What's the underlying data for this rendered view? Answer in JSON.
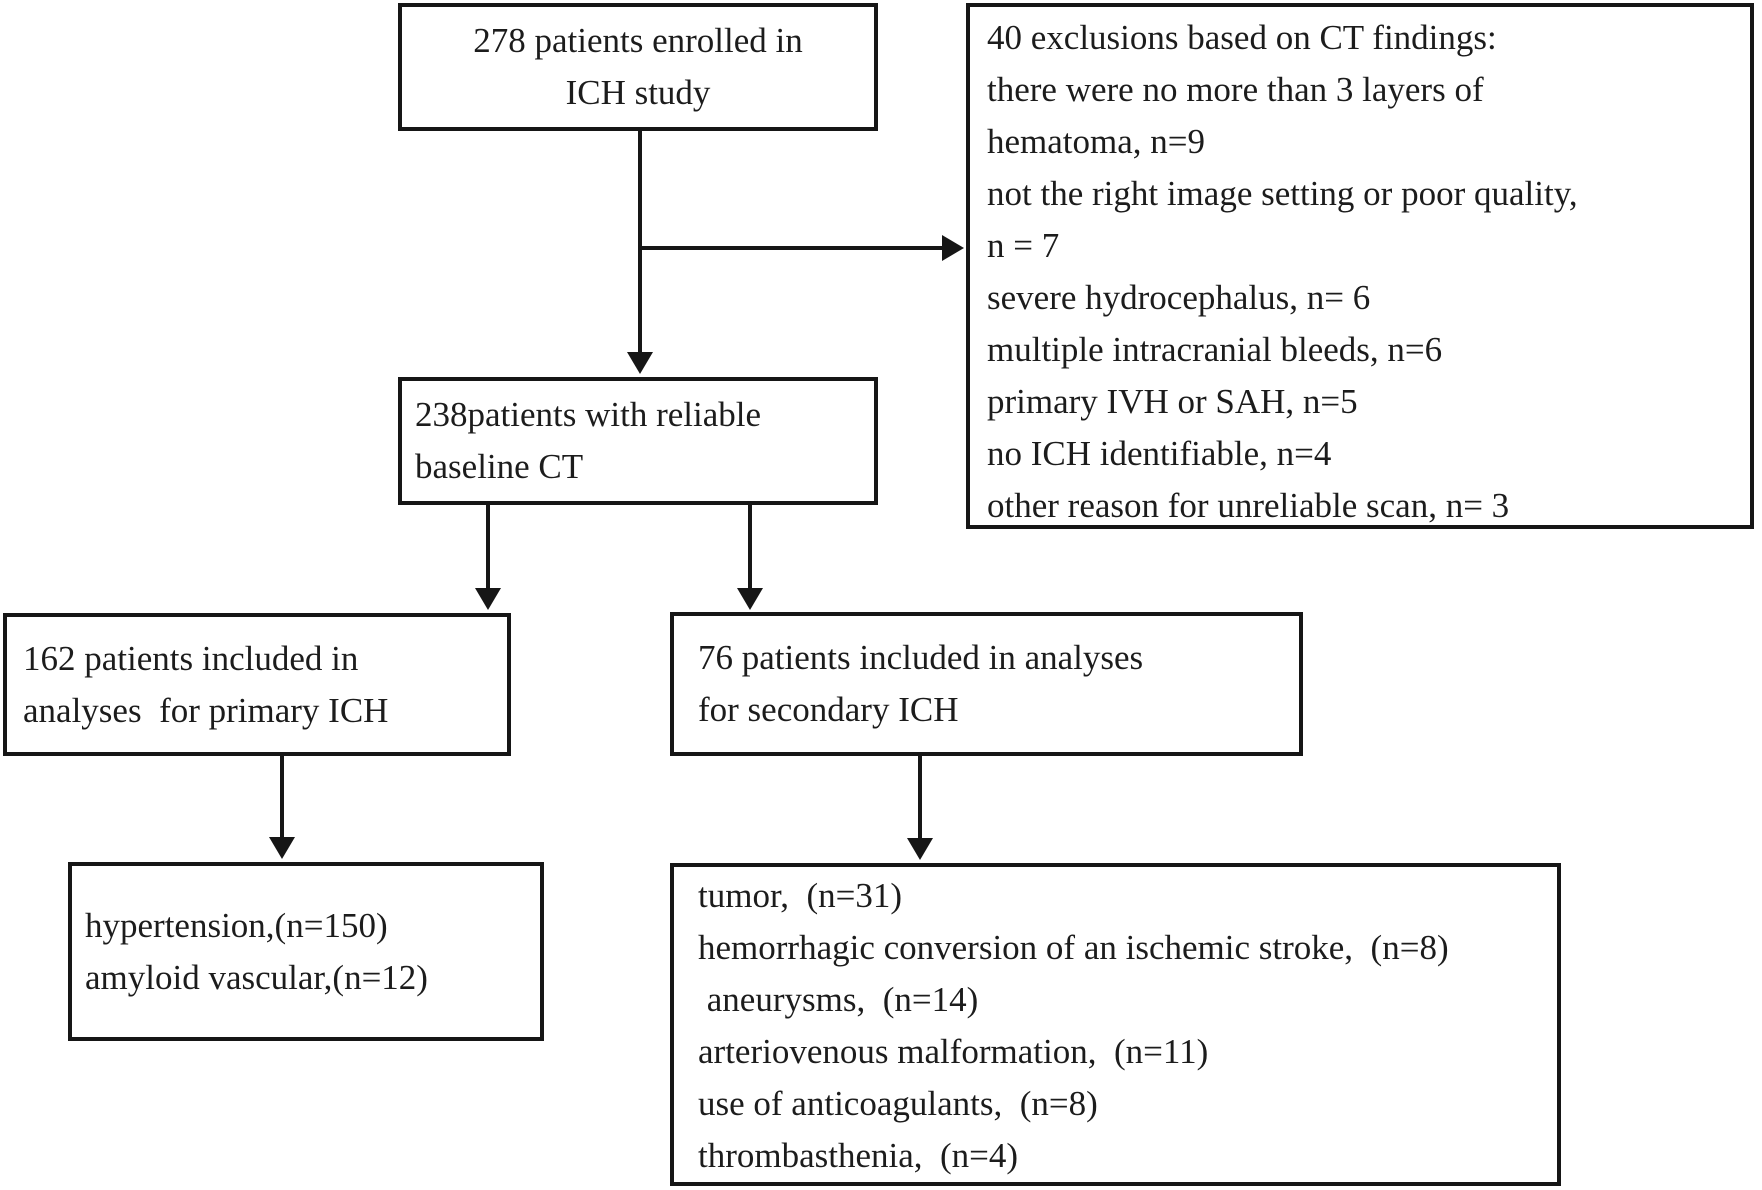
{
  "figure": {
    "type": "patient-flow-diagram",
    "study": "ICH study CT screening flowchart"
  },
  "colors": {
    "line": "#161616",
    "text": "#1c1c1c",
    "background": "#ffffff"
  },
  "boxes": {
    "enrolled": {
      "lines": [
        "278 patients enrolled in",
        "ICH study"
      ]
    },
    "exclusions": {
      "lines": [
        "40 exclusions based on CT findings:",
        "there were no more than 3 layers of",
        "hematoma, n=9",
        "not the right image setting or poor quality,",
        "n = 7",
        "severe hydrocephalus, n= 6",
        "multiple intracranial bleeds, n=6",
        "primary IVH or SAH, n=5",
        "no ICH identifiable, n=4",
        "other reason for unreliable scan, n= 3"
      ]
    },
    "reliable": {
      "lines": [
        "238patients with reliable",
        "baseline CT"
      ]
    },
    "primary": {
      "lines": [
        "162 patients included in",
        "analyses  for primary ICH"
      ]
    },
    "secondary": {
      "lines": [
        "76 patients included in analyses",
        "for secondary ICH"
      ]
    },
    "primary_causes": {
      "lines": [
        "hypertension,(n=150)",
        "amyloid vascular,(n=12)"
      ]
    },
    "secondary_causes": {
      "lines": [
        "tumor,  (n=31)",
        "hemorrhagic conversion of an ischemic stroke,  (n=8)",
        " aneurysms,  (n=14)",
        "arteriovenous malformation,  (n=11)",
        "use of anticoagulants,  (n=8)",
        "thrombasthenia,  (n=4)"
      ]
    }
  }
}
